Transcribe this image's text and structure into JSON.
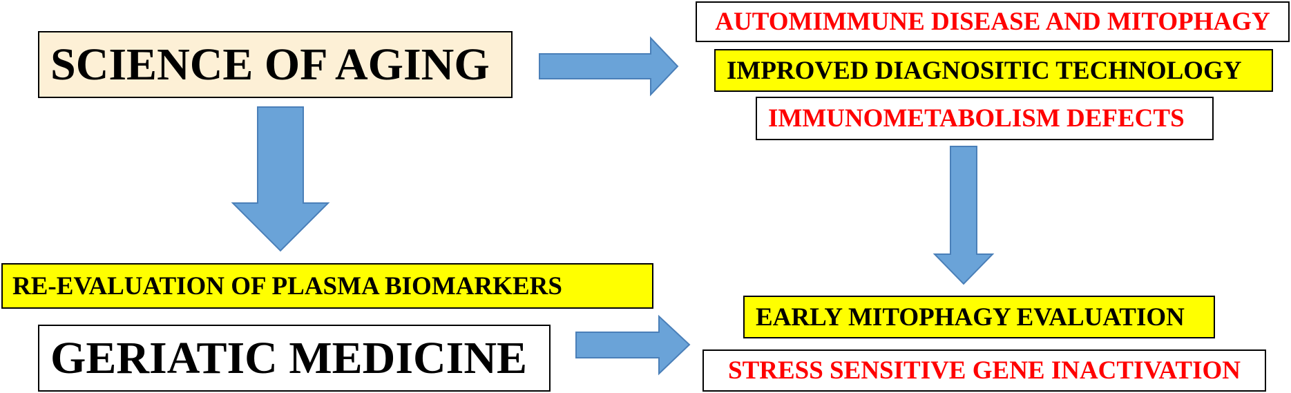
{
  "colors": {
    "cream": "#fdf0d6",
    "yellow": "#ffff00",
    "red_text": "#ff0000",
    "arrow_fill": "#6aa3d8",
    "arrow_stroke": "#4a7fb8"
  },
  "science_of_aging": "SCIENCE OF AGING",
  "geriatic_medicine": "GERIATIC MEDICINE",
  "plasma_biomarkers": "RE-EVALUATION OF PLASMA BIOMARKERS",
  "top_right_items": [
    "AUTOMIMMUNE DISEASE AND MITOPHAGY",
    "IMPROVED DIAGNOSITIC TECHNOLOGY",
    "IMMUNOMETABOLISM DEFECTS"
  ],
  "bottom_right_items": [
    "EARLY MITOPHAGY EVALUATION",
    "STRESS SENSITIVE GENE INACTIVATION"
  ]
}
